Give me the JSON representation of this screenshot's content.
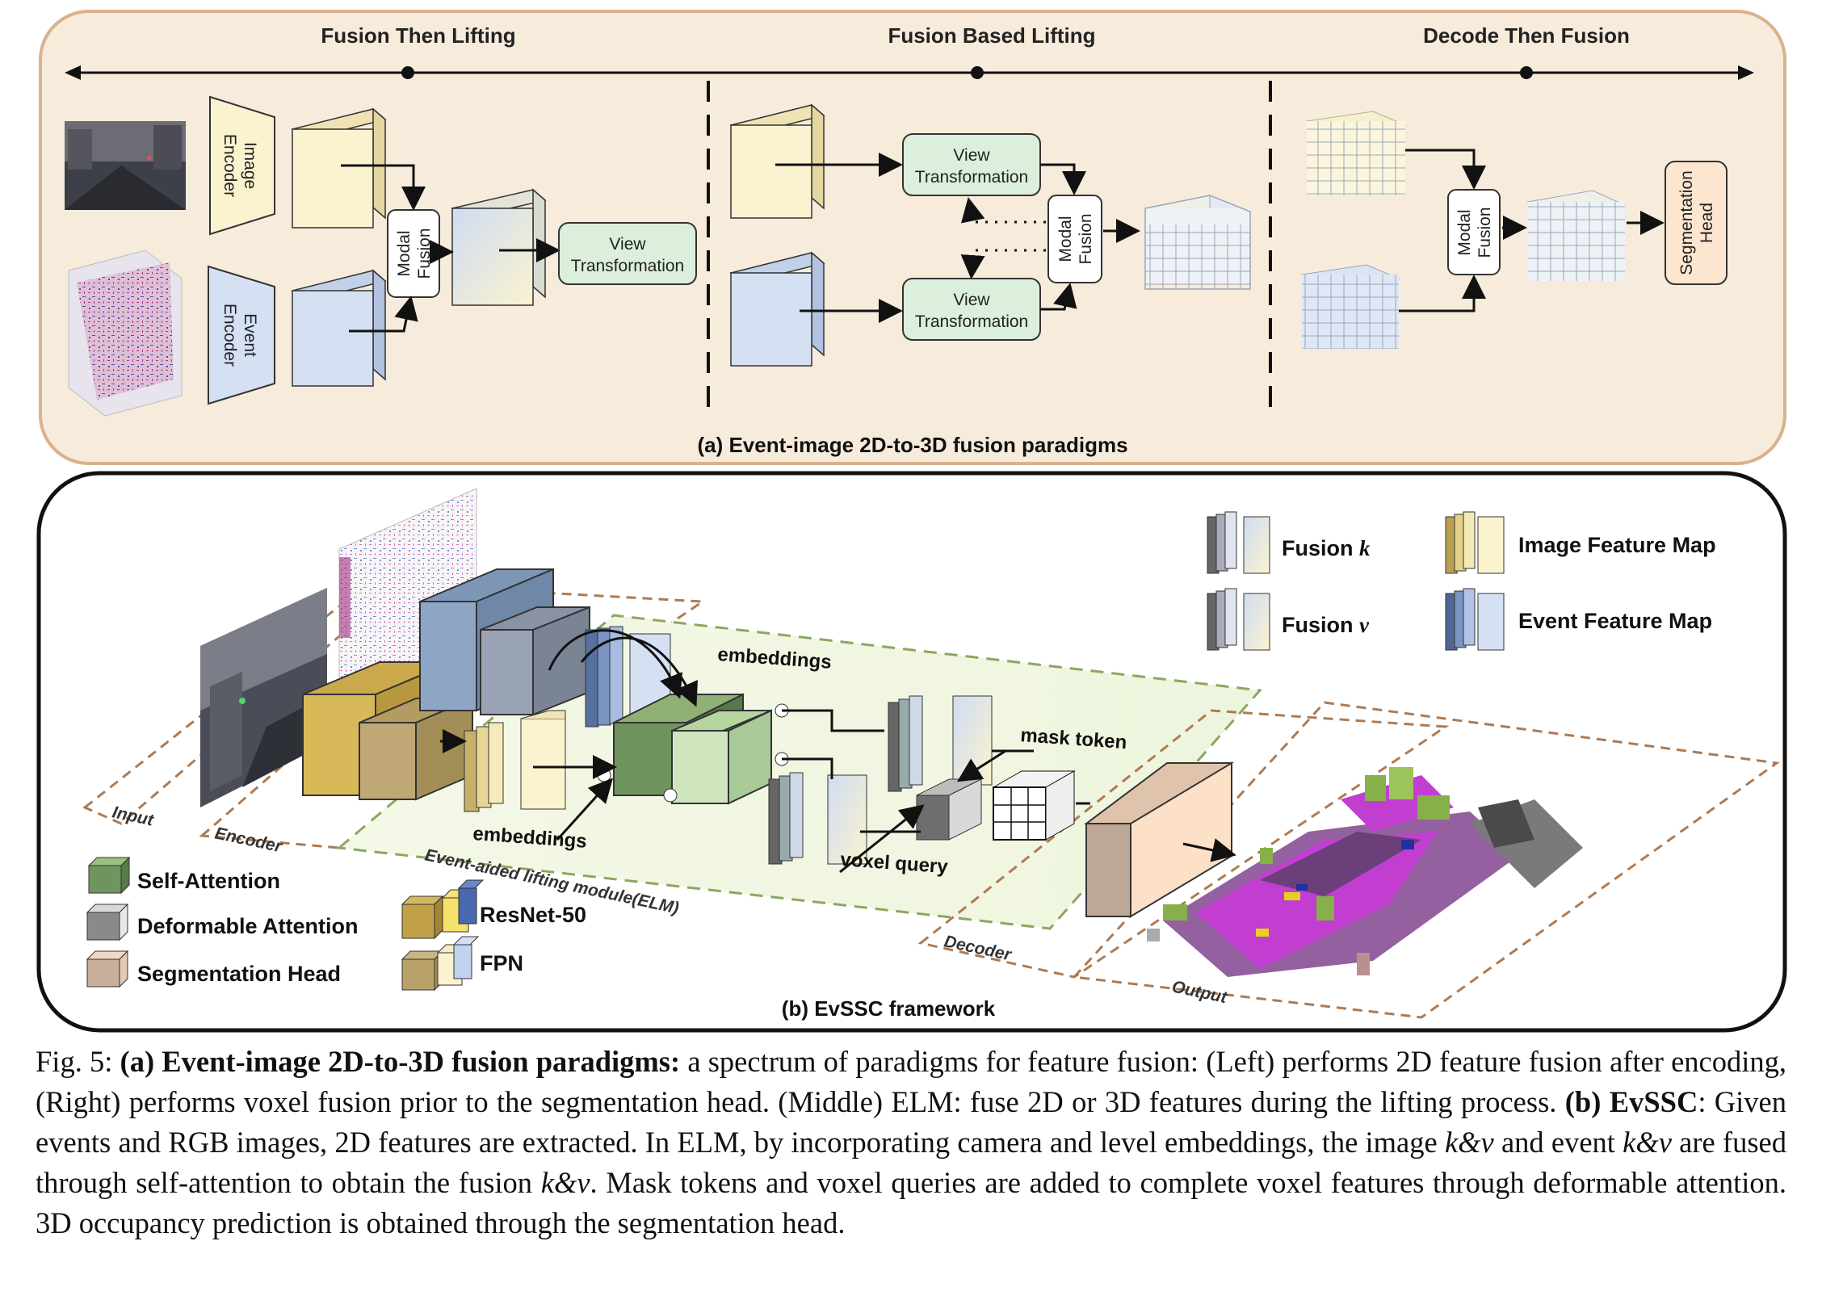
{
  "panel_a": {
    "stage_left": "Fusion Then Lifting",
    "stage_middle": "Fusion Based Lifting",
    "stage_right": "Decode Then Fusion",
    "image_encoder": [
      "Image",
      "Encoder"
    ],
    "event_encoder": [
      "Event",
      "Encoder"
    ],
    "modal_fusion": [
      "Modal",
      "Fusion"
    ],
    "view_transformation": [
      "View",
      "Transformation"
    ],
    "segmentation_head": [
      "Segmentation",
      "Head"
    ],
    "title": "(a) Event-image 2D-to-3D fusion paradigms"
  },
  "panel_b": {
    "title": "(b) EvSSC framework",
    "embeddings_top": "embeddings",
    "embeddings_bottom": "embeddings",
    "mask_token": "mask token",
    "voxel_query": "voxel query",
    "region_input": "Input",
    "region_encoder": "Encoder",
    "region_elm": "Event-aided lifting module(ELM)",
    "region_decoder": "Decoder",
    "region_output": "Output",
    "legend": {
      "fusion_k": "Fusion",
      "fusion_k_sym": "k",
      "fusion_v": "Fusion",
      "fusion_v_sym": "v",
      "image_feature_map": "Image Feature Map",
      "event_feature_map": "Event Feature Map",
      "self_attention": "Self-Attention",
      "deformable_attention": "Deformable Attention",
      "segmentation_head": "Segmentation Head",
      "resnet50": "ResNet-50",
      "fpn": "FPN"
    }
  },
  "caption": {
    "fig_label": "Fig. 5:",
    "a_label": "(a) Event-image 2D-to-3D fusion paradigms:",
    "a_text": "a spectrum of paradigms for feature fusion: (Left) performs 2D feature fusion after encoding, (Right) performs voxel fusion prior to the segmentation head. (Middle) ELM: fuse 2D or 3D features during the lifting process.",
    "b_label": "(b)",
    "b_name": "EvSSC",
    "b_text_1": ": Given events and RGB images, 2D features are extracted. In ELM, by incorporating camera and level embeddings, the image",
    "kv": "k&v",
    "b_text_2": "and event",
    "b_text_3": "are fused through self-attention to obtain the fusion",
    "b_text_4": ". Mask tokens and voxel queries are added to complete voxel features through deformable attention. 3D occupancy prediction is obtained through the segmentation head."
  },
  "colors": {
    "panel_a_bg": "#f7ebdc",
    "panel_a_border": "#d9b28c",
    "image_yellow": "#fbf3cf",
    "event_blue": "#d5e1f3",
    "view_green": "#dcefdc",
    "seg_orange": "#fde6cf",
    "self_attention": "#6f955e",
    "voxel_magenta": "#c23ed1",
    "voxel_purple": "#6b3f7a",
    "voxel_green": "#86b04a"
  }
}
